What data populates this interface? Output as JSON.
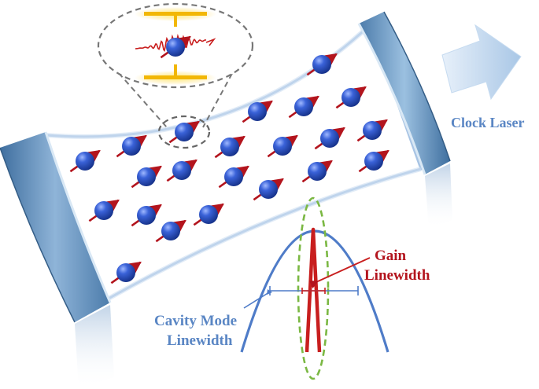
{
  "labels": {
    "clock_laser": "Clock Laser",
    "gain_line1": "Gain",
    "gain_line2": "Linewidth",
    "cavity_line1": "Cavity Mode",
    "cavity_line2": "Linewidth"
  },
  "colors": {
    "atom": "#2a4fc0",
    "atom_highlight": "#7f9cf0",
    "spin_arrow": "#b3141d",
    "mirror": "#5f8fc0",
    "cavity_mode_curve": "#4f7cc8",
    "gain_curve": "#c81e1e",
    "gain_ellipse": "#7bb843",
    "trap_glow": "#f4c430",
    "label_blue": "#5a86c4",
    "label_red": "#b3141d"
  },
  "icons": [
    "atom-icon",
    "spin-arrow-icon",
    "output-arrow-icon",
    "mirror-icon"
  ]
}
